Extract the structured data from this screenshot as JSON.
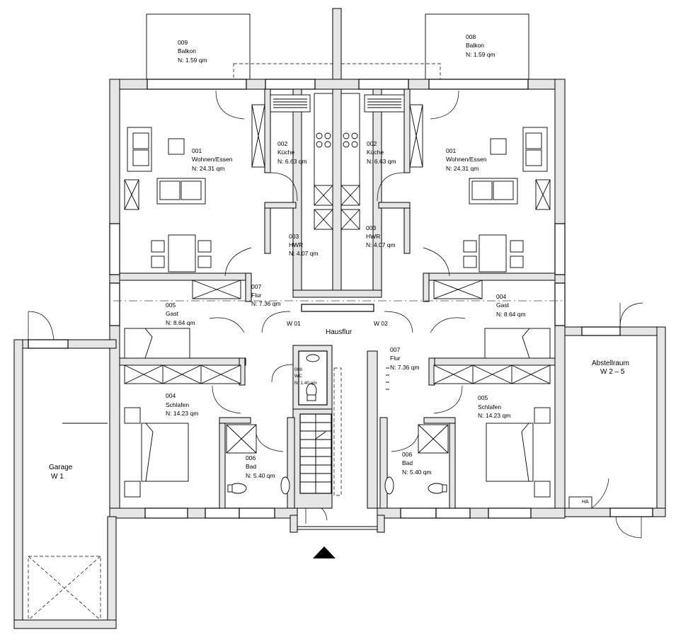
{
  "rooms": {
    "balkon_left": {
      "num": "009",
      "name": "Balkon",
      "area": "N:  1.59  qm"
    },
    "balkon_right": {
      "num": "008",
      "name": "Balkon",
      "area": "N:  1.59  qm"
    },
    "wohnen_left": {
      "num": "001",
      "name": "Wohnen/Essen",
      "area": "N:  24.31  qm"
    },
    "wohnen_right": {
      "num": "001",
      "name": "Wohnen/Essen",
      "area": "N:  24.31  qm"
    },
    "kueche_left": {
      "num": "002",
      "name": "Küche",
      "area": "N:  6.63  qm"
    },
    "kueche_right": {
      "num": "002",
      "name": "Küche",
      "area": "N:  6.63  qm"
    },
    "hwr_left": {
      "num": "003",
      "name": "HWR",
      "area": "N:  4.07  qm"
    },
    "hwr_right": {
      "num": "003",
      "name": "HWR",
      "area": "N:  4.07  qm"
    },
    "flur_left": {
      "num": "007",
      "name": "Flur",
      "area": "N:  7.36  qm"
    },
    "flur_right": {
      "num": "007",
      "name": "Flur",
      "area": "N:  7.36  qm"
    },
    "gast_left": {
      "num": "005",
      "name": "Gast",
      "area": "N:  8.64  qm"
    },
    "gast_right": {
      "num": "004",
      "name": "Gast",
      "area": "N:  8.64  qm"
    },
    "schlafen_left": {
      "num": "004",
      "name": "Schlafen",
      "area": "N:  14.23  qm"
    },
    "schlafen_right": {
      "num": "005",
      "name": "Schlafen",
      "area": "N:  14.23  qm"
    },
    "bad_left": {
      "num": "006",
      "name": "Bad",
      "area": "N:  5.40  qm"
    },
    "bad_right": {
      "num": "006",
      "name": "Bad",
      "area": "N:  5.40  qm"
    },
    "wc": {
      "num": "008",
      "name": "WC",
      "area": "N:  1.40  qm"
    }
  },
  "labels": {
    "hausflur": "Hausflur",
    "w01": "W 01",
    "w02": "W 02",
    "garage_name": "Garage",
    "garage_units": "W  1",
    "abstell_name": "Abstellraum",
    "abstell_units": "W  2  –  5",
    "ha": "HA"
  },
  "colors": {
    "line": "#000000",
    "background": "#ffffff",
    "wall_hatch": "#e6e6e6"
  }
}
